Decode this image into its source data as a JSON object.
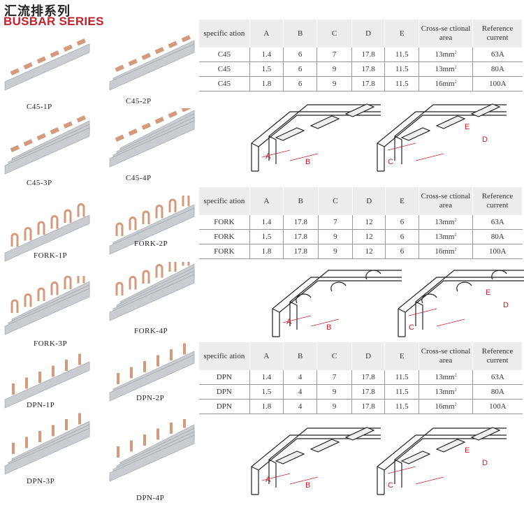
{
  "title_cn": "汇流排系列",
  "title_en": "BUSBAR SERIES",
  "products": [
    "C45-1P",
    "C45-2P",
    "C45-3P",
    "C45-4P",
    "FORK-1P",
    "FORK-2P",
    "FORK-3P",
    "FORK-4P",
    "DPN-1P",
    "DPN-2P",
    "DPN-3P",
    "DPN-4P"
  ],
  "headers": [
    "specific ation",
    "A",
    "B",
    "C",
    "D",
    "E",
    "Cross-se ctional area",
    "Reference current"
  ],
  "tables": [
    {
      "rows": [
        [
          "C45",
          "1.4",
          "6",
          "7",
          "17.8",
          "11.5",
          "13mm²",
          "63A"
        ],
        [
          "C45",
          "1.5",
          "6",
          "9",
          "17.8",
          "11.5",
          "13mm²",
          "80A"
        ],
        [
          "C45",
          "1.8",
          "6",
          "9",
          "17.8",
          "11.5",
          "16mm²",
          "100A"
        ]
      ]
    },
    {
      "rows": [
        [
          "FORK",
          "1.4",
          "17.8",
          "7",
          "12",
          "6",
          "13mm²",
          "63A"
        ],
        [
          "FORK",
          "1.5",
          "17.8",
          "9",
          "12",
          "6",
          "13mm²",
          "80A"
        ],
        [
          "FORK",
          "1.8",
          "17.8",
          "9",
          "12",
          "6",
          "16mm²",
          "100A"
        ]
      ]
    },
    {
      "rows": [
        [
          "DPN",
          "1.4",
          "4",
          "7",
          "17.8",
          "11.5",
          "13mm²",
          "63A"
        ],
        [
          "DPN",
          "1.5",
          "4",
          "9",
          "17.8",
          "11.5",
          "13mm²",
          "80A"
        ],
        [
          "DPN",
          "1.8",
          "4",
          "9",
          "17.8",
          "11.5",
          "16mm²",
          "100A"
        ]
      ]
    }
  ],
  "dimension_labels": [
    "A",
    "B",
    "C",
    "D",
    "E"
  ],
  "colors": {
    "accent": "#c8202b",
    "copper": "#d39a7c",
    "bar": "#c9ccd0"
  }
}
